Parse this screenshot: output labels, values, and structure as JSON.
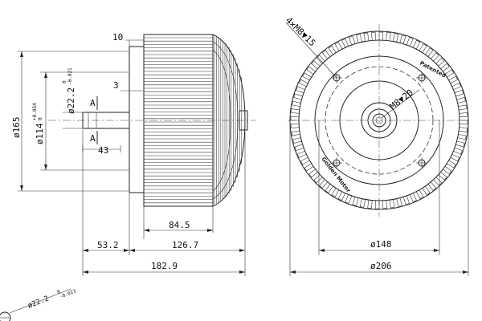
{
  "side_view": {
    "dim_10": "10",
    "dim_3": "3",
    "dim_165": "ø165",
    "dim_114": "ø114",
    "dim_114_tol_upper": "+0.054",
    "dim_114_tol_lower": "0",
    "dim_22_2": "ø22.2",
    "dim_22_2_tol_upper": "0",
    "dim_22_2_tol_lower": "-0.021",
    "section_mark_top": "A",
    "section_mark_bottom": "A",
    "dim_43": "43",
    "dim_84_5": "84.5",
    "dim_53_2": "53.2",
    "dim_126_7": "126.7",
    "dim_182_9": "182.9"
  },
  "front_view": {
    "hole_callout": "4×M8▼15",
    "shaft_callout": "M8▼20",
    "brand_mark_top": "Patented",
    "brand_mark_left": "Golden Motor",
    "dim_148": "ø148",
    "dim_206": "ø206"
  },
  "section_view": {
    "dim_22_2": "ø22.2",
    "tol_upper": "0",
    "tol_lower": "-0.021"
  }
}
